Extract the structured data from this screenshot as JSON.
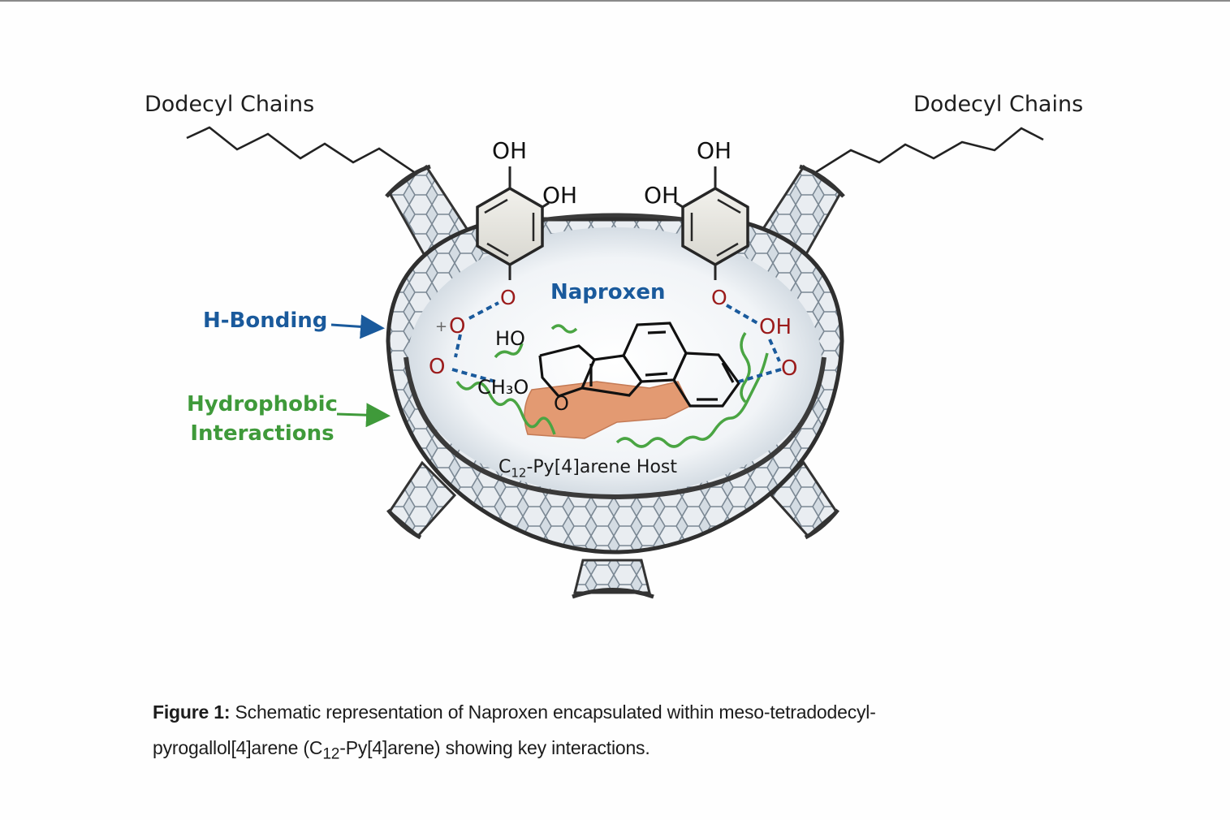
{
  "colors": {
    "hbond": "#1a5a9c",
    "hydrophobic": "#3f9a3a",
    "oxygen": "#9b1b1b",
    "naproxen_label": "#1a5a9c",
    "host_outline": "#3a3a3a",
    "host_fill": "#c9d3dc",
    "guest_blob": "#e39a72"
  },
  "labels": {
    "dodecyl_left": "Dodecyl Chains",
    "dodecyl_right": "Dodecyl Chains",
    "naproxen": "Naproxen",
    "h_bonding": "H-Bonding",
    "hydrophobic_line1": "Hydrophobic",
    "hydrophobic_line2": "Interactions",
    "host_prefix": "C",
    "host_subscript": "12",
    "host_suffix": "-Py[4]arene Host"
  },
  "atoms": {
    "oh_top_left": "OH",
    "oh_mid_left": "OH",
    "oh_top_right": "OH",
    "oh_mid_right": "OH",
    "o_left_ring": "O",
    "o_right_ring": "O",
    "o_left_upper": "O",
    "o_left_lower": "O",
    "oh_right_inner": "OH",
    "o_right_lower": "O",
    "ho_guest": "HO",
    "ch3o_guest": "CH₃O",
    "o_guest_ring": "O",
    "plus_charge": "+"
  },
  "caption": {
    "figure_label": "Figure 1:",
    "line1": " Schematic representation of Naproxen encapsulated within meso-tetradodecyl-",
    "line2_pre": "pyrogallol[4]arene (C",
    "line2_sub": "12",
    "line2_post": "-Py[4]arene) showing key interactions."
  }
}
